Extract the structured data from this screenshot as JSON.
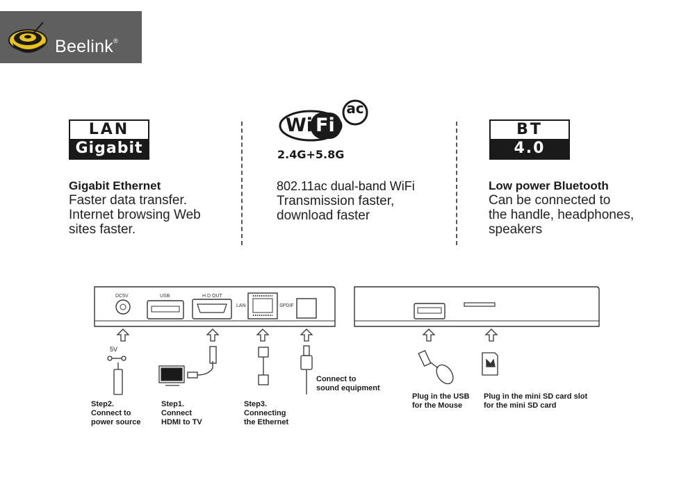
{
  "brand": {
    "name": "Beelink",
    "mark": "®"
  },
  "features": {
    "lan": {
      "badge_top": "LAN",
      "badge_bottom": "Gigabit",
      "title": "Gigabit Ethernet",
      "lines": [
        "Faster data transfer.",
        "Internet browsing Web",
        "sites faster."
      ]
    },
    "wifi": {
      "logo_text": "WiFi",
      "logo_ac": "ac",
      "freq": "2.4G+5.8G",
      "title": "802.11ac dual-band WiFi",
      "lines": [
        "Transmission faster,",
        "download faster"
      ]
    },
    "bt": {
      "badge_top": "BT",
      "badge_bottom": "4.0",
      "title": "Low power Bluetooth",
      "lines": [
        "Can be connected to",
        "the handle, headphones,",
        "speakers"
      ]
    }
  },
  "back_panel": {
    "port_labels": {
      "dc": "DC5V",
      "usb": "USB",
      "hdmi": "H D OUT",
      "lan": "LAN",
      "spdif": "SPDIF"
    },
    "power_symbol": "5V",
    "steps": {
      "power": [
        "Step2.",
        "Connect to",
        "power source"
      ],
      "hdmi": [
        "Step1.",
        "Connect",
        "HDMI to TV"
      ],
      "ethernet": [
        "Step3.",
        "Connecting",
        "the Ethernet"
      ],
      "sound": [
        "Connect to",
        "sound equipment"
      ]
    }
  },
  "side_panel": {
    "usb": [
      "Plug in the USB",
      "for the Mouse"
    ],
    "sd": [
      "Plug in the  mini SD card slot",
      "for the  mini SD card"
    ]
  }
}
